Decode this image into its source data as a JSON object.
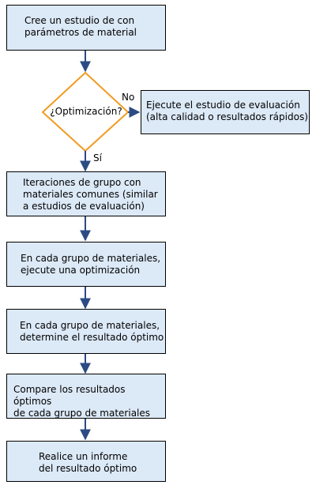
{
  "colors": {
    "box_fill": "#dce9f7",
    "box_border": "#000000",
    "decision_border": "#f29b21",
    "arrow": "#2b4b83"
  },
  "nodes": [
    {
      "id": "step1",
      "kind": "process",
      "lines": [
        "Cree un estudio de con",
        "parámetros de material"
      ]
    },
    {
      "id": "decision",
      "kind": "decision",
      "lines": [
        "¿Optimización?"
      ]
    },
    {
      "id": "eval",
      "kind": "process",
      "lines": [
        "Ejecute el estudio de evaluación",
        "(alta calidad o resultados rápidos)"
      ]
    },
    {
      "id": "step2",
      "kind": "process",
      "lines": [
        "Iteraciones de grupo con",
        "materiales comunes (similar",
        "a estudios de evaluación)"
      ]
    },
    {
      "id": "step3",
      "kind": "process",
      "lines": [
        "En cada grupo de materiales,",
        "ejecute una optimización"
      ]
    },
    {
      "id": "step4",
      "kind": "process",
      "lines": [
        "En cada grupo de materiales,",
        "determine el resultado óptimo"
      ]
    },
    {
      "id": "step5",
      "kind": "process",
      "lines": [
        "Compare los resultados óptimos",
        "de cada grupo de materiales"
      ]
    },
    {
      "id": "step6",
      "kind": "process",
      "lines": [
        "Realice un informe",
        "del resultado óptimo"
      ]
    }
  ],
  "edge_labels": {
    "no": "No",
    "yes": "Sí"
  }
}
